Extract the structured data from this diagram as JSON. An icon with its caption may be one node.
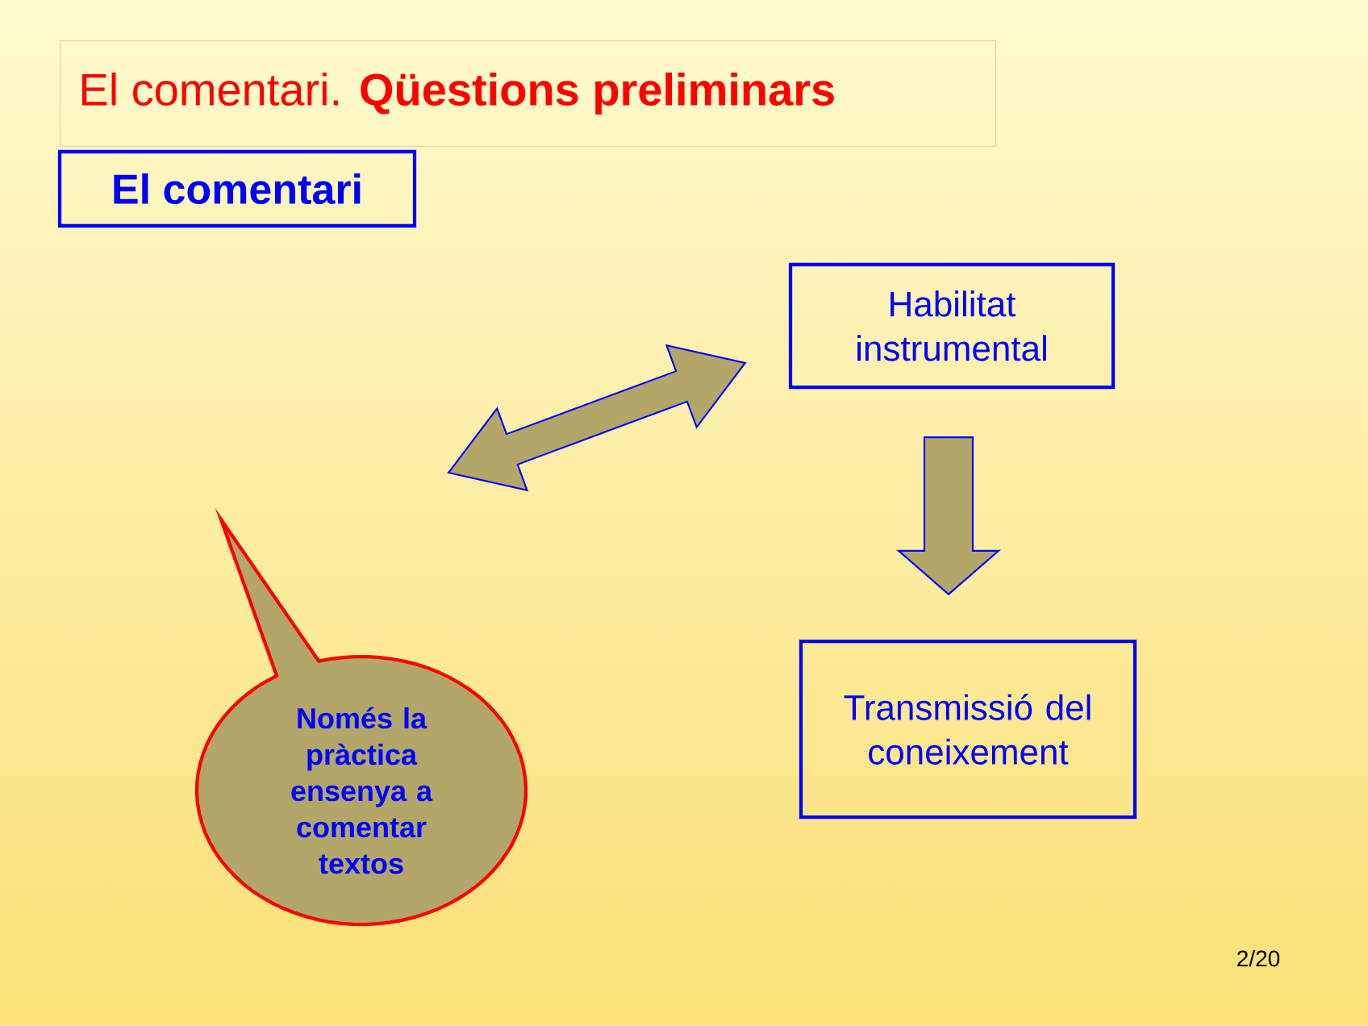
{
  "diagram": {
    "title": "El comentari. **Qüestions preliminars**",
    "nodes": [
      {
        "text": [
          "El comentari"
        ]
      },
      {
        "text": [
          "Habilitat instrumental"
        ]
      },
      {
        "text": [
          "Transmissió del coneixement"
        ]
      },
      {
        "text": [
          "Només la pràctica ensenya a comentar textos"
        ]
      }
    ],
    "edges": [
      {
        "from": null,
        "to": 1,
        "arrow": "both"
      },
      {
        "from": 1,
        "to": 2,
        "arrow": "to"
      }
    ],
    "labels": [
      "2/20"
    ]
  }
}
